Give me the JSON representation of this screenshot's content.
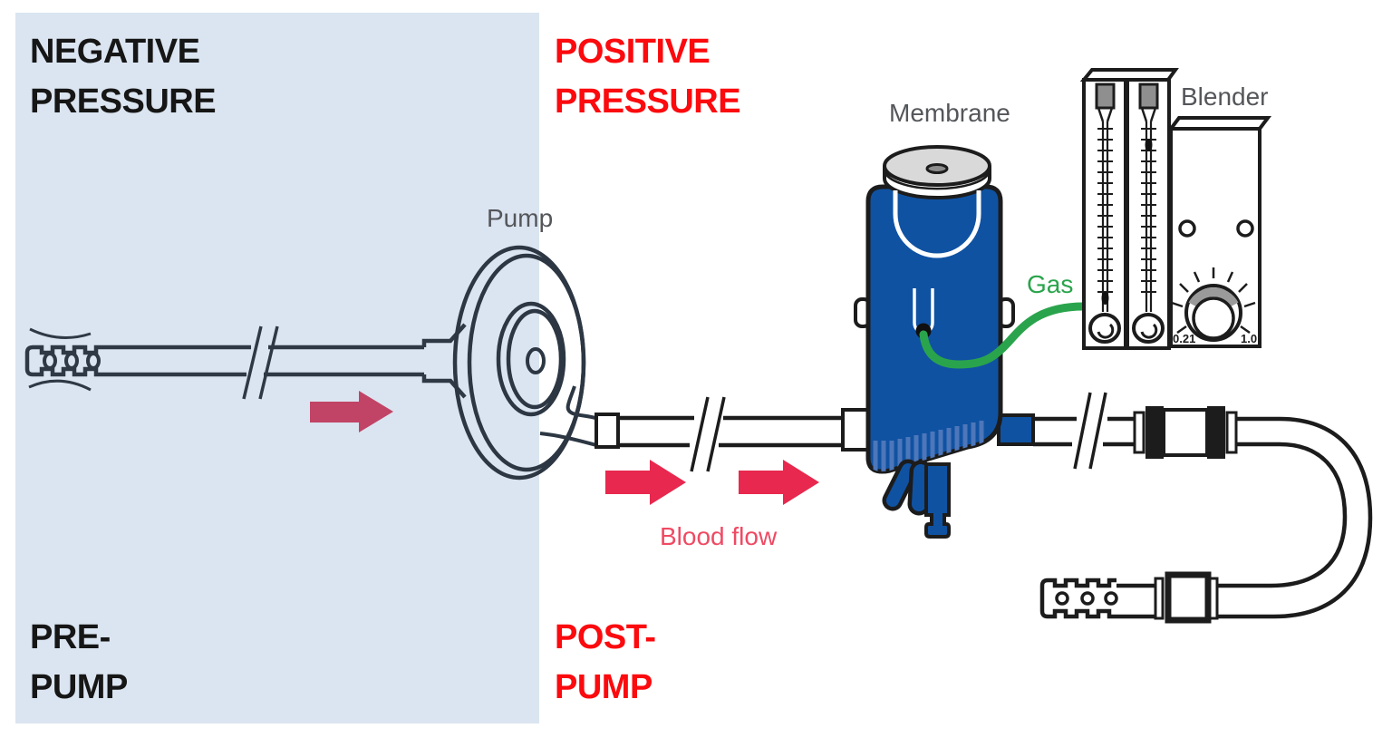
{
  "zones": {
    "negative": {
      "l1": "NEGATIVE",
      "l2": "PRESSURE"
    },
    "positive": {
      "l1": "POSITIVE",
      "l2": "PRESSURE"
    },
    "pre": {
      "l1": "PRE-",
      "l2": "PUMP"
    },
    "post": {
      "l1": "POST-",
      "l2": "PUMP"
    }
  },
  "labels": {
    "pump": "Pump",
    "membrane": "Membrane",
    "blender": "Blender",
    "gas": "Gas",
    "blood_flow": "Blood flow"
  },
  "blender": {
    "scale_min": "0.21",
    "scale_max": "1.0"
  },
  "colors": {
    "zone_shade": "#dbe5f1",
    "negative_text": "#161616",
    "positive_text": "#fb0a0e",
    "arrow_pre": "#c14466",
    "arrow_post": "#e8284e",
    "blood_flow_text": "#ef4a63",
    "membrane_blue": "#1052a2",
    "stripe_blue": "#4d77ba",
    "gas_green": "#2aa44c",
    "label_gray": "#54565a",
    "outline": "#1c1c1c",
    "lid_gray": "#d9d9d9"
  }
}
